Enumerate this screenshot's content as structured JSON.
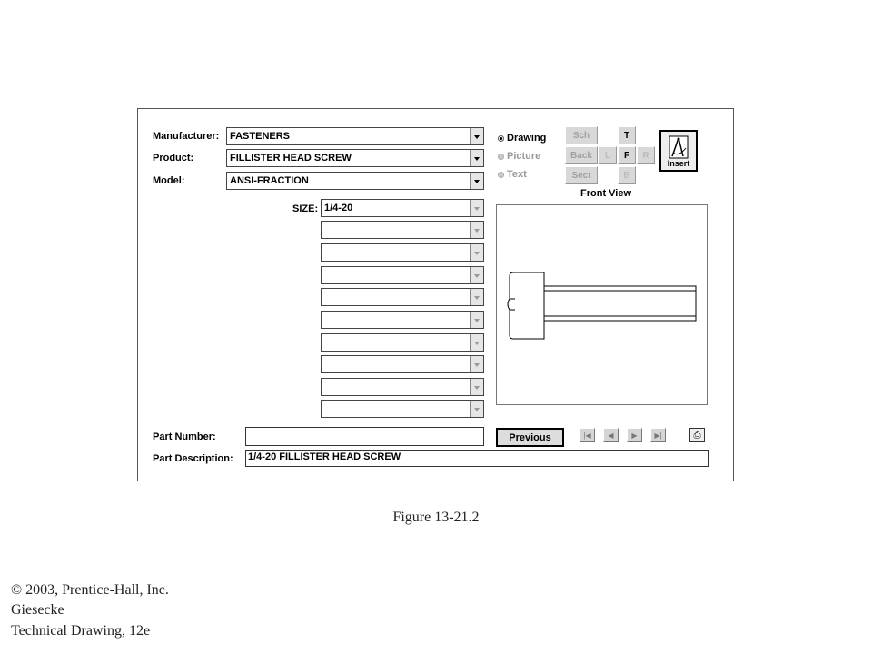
{
  "form": {
    "manufacturer": {
      "label": "Manufacturer:",
      "value": "FASTENERS"
    },
    "product": {
      "label": "Product:",
      "value": "FILLISTER HEAD SCREW"
    },
    "model": {
      "label": "Model:",
      "value": "ANSI-FRACTION"
    },
    "size": {
      "label": "SIZE:",
      "value": "1/4-20"
    },
    "part_number": {
      "label": "Part Number:",
      "value": ""
    },
    "part_description": {
      "label": "Part Description:",
      "value": "1/4-20 FILLISTER HEAD SCREW"
    }
  },
  "display_mode": {
    "options": [
      {
        "label": "Drawing",
        "selected": true,
        "enabled": true
      },
      {
        "label": "Picture",
        "selected": false,
        "enabled": false
      },
      {
        "label": "Text",
        "selected": false,
        "enabled": false
      }
    ]
  },
  "view_buttons": {
    "sch": "Sch",
    "back": "Back",
    "sect": "Sect",
    "top": "T",
    "left": "L",
    "front": "F",
    "right": "R",
    "bottom": "B",
    "current_view": "Front View"
  },
  "insert_label": "Insert",
  "previous_label": "Previous",
  "nav_icons": [
    "first-record-icon",
    "prev-record-icon",
    "next-record-icon",
    "last-record-icon",
    "print-icon"
  ],
  "caption": "Figure 13-21.2",
  "footer": {
    "line1": "© 2003, Prentice-Hall, Inc.",
    "line2": "Giesecke",
    "line3": "Technical Drawing, 12e"
  },
  "colors": {
    "button_face": "#d8d8d8",
    "disabled_text": "#a0a0a0"
  }
}
